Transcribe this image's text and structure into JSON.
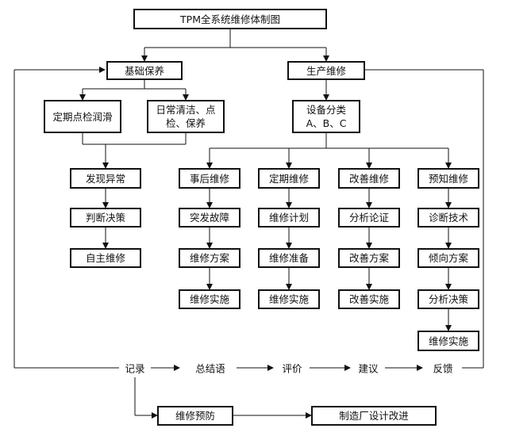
{
  "title": "TPM全系统维修体制图",
  "basic": {
    "label": "基础保养",
    "periodic": "定期点检润滑",
    "daily": "日常清洁、点\n检、保养",
    "steps": [
      "发现异常",
      "判断决策",
      "自主维修"
    ]
  },
  "production": {
    "label": "生产维修",
    "classify": "设备分类\nA、B、C",
    "columns": [
      {
        "head": "事后维修",
        "steps": [
          "突发故障",
          "维修方案",
          "维修实施"
        ]
      },
      {
        "head": "定期维修",
        "steps": [
          "维修计划",
          "维修准备",
          "维修实施"
        ]
      },
      {
        "head": "改善维修",
        "steps": [
          "分析论证",
          "改善方案",
          "改善实施"
        ]
      },
      {
        "head": "预知维修",
        "steps": [
          "诊断技术",
          "倾向方案",
          "分析决策",
          "维修实施"
        ]
      }
    ]
  },
  "feedback": {
    "items": [
      "记录",
      "总结语",
      "评价",
      "建议",
      "反馈"
    ]
  },
  "bottom": {
    "prevent": "维修预防",
    "improve": "制造厂设计改进"
  }
}
